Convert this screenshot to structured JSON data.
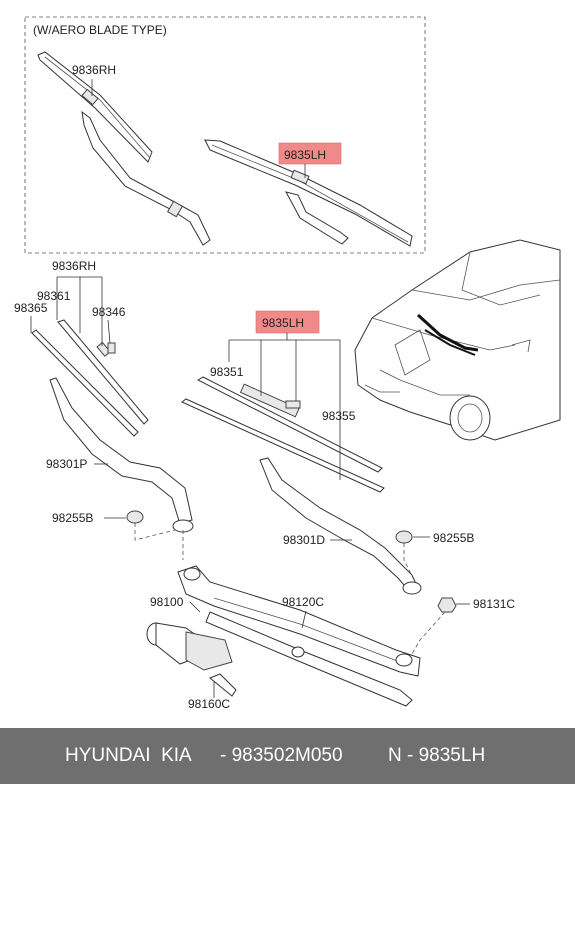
{
  "inset": {
    "title": "(W/AERO BLADE TYPE)",
    "rh_label": "9836RH",
    "lh_label": "9835LH"
  },
  "labels": {
    "p9836rh": "9836RH",
    "p98361": "98361",
    "p98365": "98365",
    "p98346": "98346",
    "p9835lh": "9835LH",
    "p98351": "98351",
    "p98355": "98355",
    "p98301p": "98301P",
    "p98301d": "98301D",
    "p98255b_l": "98255B",
    "p98255b_r": "98255B",
    "p98100": "98100",
    "p98120c": "98120C",
    "p98131c": "98131C",
    "p98160c": "98160C"
  },
  "footer": {
    "brand": "HYUNDAI  KIA",
    "part_number": "- 983502M050",
    "ref": "N - 9835LH"
  },
  "colors": {
    "highlight": "#f08a8a",
    "footer_bg": "#6f6f6f"
  }
}
